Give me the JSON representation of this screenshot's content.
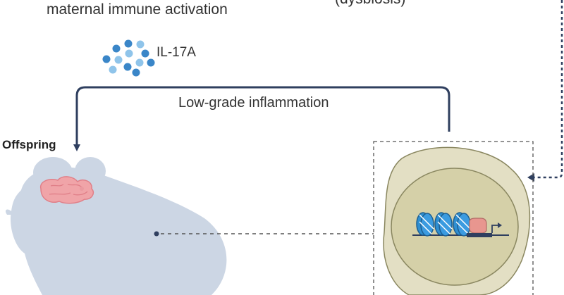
{
  "labels": {
    "cropped_top_left": "maternal immune activation",
    "cropped_top_right": "(dysbiosis)",
    "cytokine": "IL-17A",
    "inflammation": "Low-grade inflammation",
    "offspring": "Offspring"
  },
  "colors": {
    "arrow": "#2f3f5f",
    "mouse": "#ccd6e4",
    "brain": "#f0a4a8",
    "cell_outer": "#e3dfc4",
    "cell_inner": "#d5d0a8",
    "cytokine_dark": "#3a86c8",
    "cytokine_light": "#8fc4ea",
    "nucleosome": "#2f8fd1",
    "tf_protein": "#e8968f"
  },
  "icons": {
    "cytokine_cluster": "cytokine-dots-icon",
    "mouse": "mouse-silhouette-icon",
    "brain": "brain-icon",
    "cell": "cell-nucleus-icon",
    "chromatin": "nucleosome-icon",
    "promoter": "transcription-start-arrow-icon"
  }
}
